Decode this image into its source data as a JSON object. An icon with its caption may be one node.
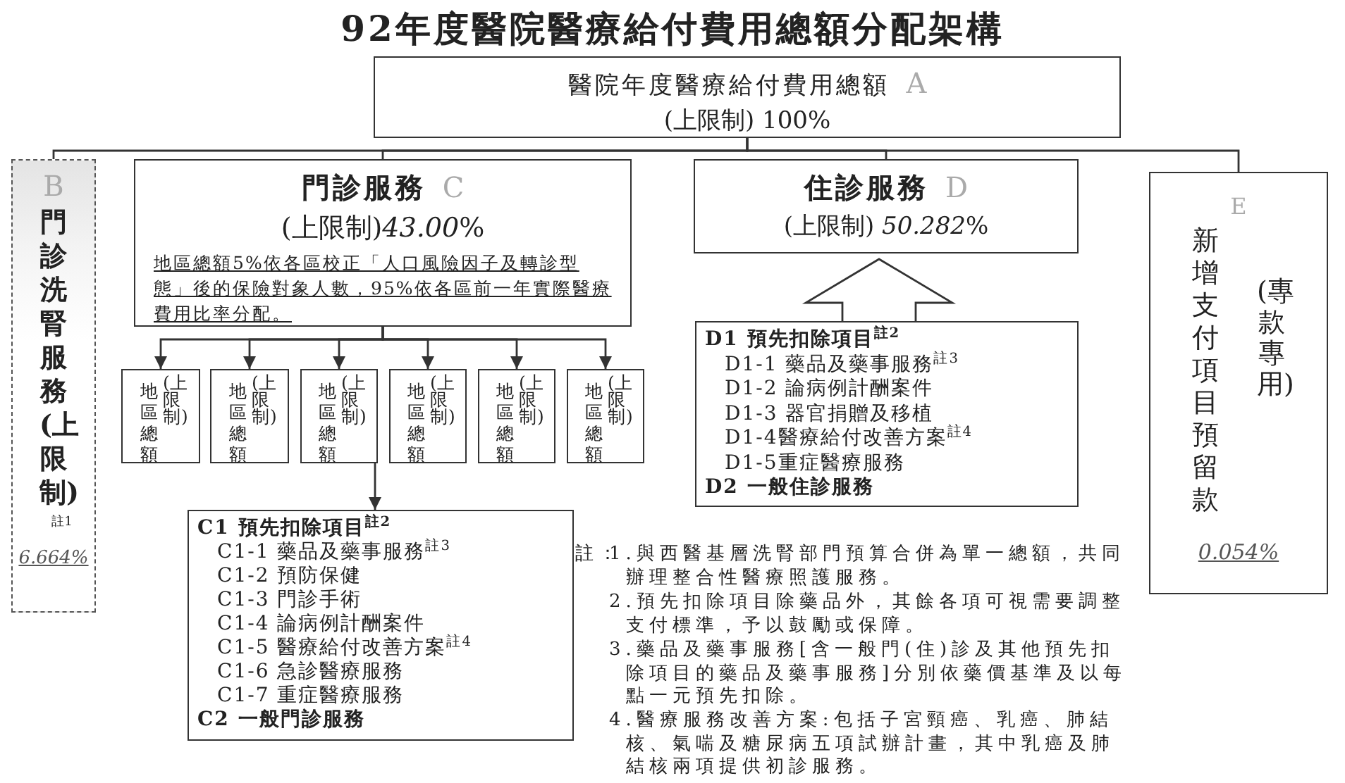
{
  "diagram": {
    "title": "92年度醫院醫療給付費用總額分配架構",
    "nodes": [
      {
        "text": [
          "醫院年度醫療給付費用總額",
          "A",
          "(上限制) 100%"
        ]
      },
      {
        "text": [
          "B",
          "門診洗腎服務(上限制)",
          "註1",
          "6.664%"
        ]
      },
      {
        "text": [
          "門診服務",
          "C",
          "(上限制)*43.00*%",
          "地區總額5%依各區校正「人口風險因子及轉診型態」後的保險對象人數，95%依各區前一年實際醫療費用比率分配。"
        ]
      },
      {
        "text": [
          "地區總額",
          "(上限制)"
        ]
      },
      {
        "text": [
          "地區總額",
          "(上限制)"
        ]
      },
      {
        "text": [
          "地區總額",
          "(上限制)"
        ]
      },
      {
        "text": [
          "地區總額",
          "(上限制)"
        ]
      },
      {
        "text": [
          "地區總額",
          "(上限制)"
        ]
      },
      {
        "text": [
          "地區總額",
          "(上限制)"
        ]
      },
      {
        "text": [
          "C1 預先扣除項目$^{註2}$",
          "C1-1 藥品及藥事服務$^{註3}$",
          "C1-2 預防保健",
          "C1-3 門診手術",
          "C1-4 論病例計酬案件",
          "C1-5 醫療給付改善方案$^{註4}$",
          "C1-6 急診醫療服務",
          "C1-7 重症醫療服務",
          "C2 一般門診服務"
        ]
      },
      {
        "text": [
          "住診服務",
          "D",
          "(上限制) *50.282*%"
        ]
      },
      {
        "text": [
          "D1 預先扣除項目$^{註2}$",
          "D1-1 藥品及藥事服務$^{註3}$",
          "D1-2 論病例計酬案件",
          "D1-3 器官捐贈及移植",
          "D1-4醫療給付改善方案$^{註4}$",
          "D1-5重症醫療服務",
          "D2 一般住診服務"
        ]
      },
      {
        "text": [
          "E",
          "新增支付項目預留款",
          "(專款專用)",
          "0.054%"
        ]
      }
    ],
    "edges": [
      {
        "from": 0,
        "to": 1,
        "arrow": "none"
      },
      {
        "from": 0,
        "to": 2,
        "arrow": "none"
      },
      {
        "from": 0,
        "to": 10,
        "arrow": "none"
      },
      {
        "from": 0,
        "to": 12,
        "arrow": "none"
      },
      {
        "from": 2,
        "to": 3,
        "arrow": "to"
      },
      {
        "from": 2,
        "to": 4,
        "arrow": "to"
      },
      {
        "from": 2,
        "to": 5,
        "arrow": "to"
      },
      {
        "from": 2,
        "to": 6,
        "arrow": "to"
      },
      {
        "from": 2,
        "to": 7,
        "arrow": "to"
      },
      {
        "from": 2,
        "to": 8,
        "arrow": "to"
      },
      {
        "from": 5,
        "to": 9,
        "arrow": "to"
      },
      {
        "from": 11,
        "to": 10,
        "arrow": "to"
      }
    ],
    "labels": [
      "註：",
      "1.與西醫基層洗腎部門預算合併為單一總額，共同辦理整合性醫療照護服務。",
      "2.預先扣除項目除藥品外，其餘各項可視需要調整支付標準，予以鼓勵或保障。",
      "3.藥品及藥事服務[含一般門(住)診及其他預先扣除項目的藥品及藥事服務]分別依藥價基準及以每點一元預先扣除。",
      "4.醫療服務改善方案:包括子宮頸癌、乳癌、肺結核、氣喘及糖尿病五項試辦計畫，其中乳癌及肺結核兩項提供初診服務。"
    ]
  }
}
